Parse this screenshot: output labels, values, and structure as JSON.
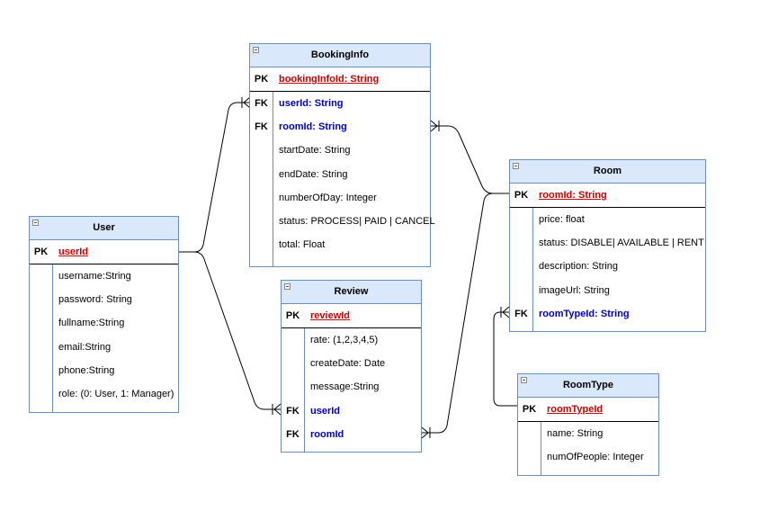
{
  "entities": {
    "booking": {
      "title": "BookingInfo",
      "pk": {
        "key": "PK",
        "name": "bookingInfoId: String"
      },
      "rows": [
        {
          "key": "FK",
          "name": "userId: String",
          "fk": true
        },
        {
          "key": "FK",
          "name": "roomId: String",
          "fk": true
        },
        {
          "key": "",
          "name": "startDate: String"
        },
        {
          "key": "",
          "name": "endDate: String"
        },
        {
          "key": "",
          "name": "numberOfDay: Integer"
        },
        {
          "key": "",
          "name": "status: PROCESS| PAID | CANCEL"
        },
        {
          "key": "",
          "name": "total: Float"
        }
      ]
    },
    "user": {
      "title": "User",
      "pk": {
        "key": "PK",
        "name": "userId"
      },
      "rows": [
        {
          "key": "",
          "name": "username:String"
        },
        {
          "key": "",
          "name": "password: String"
        },
        {
          "key": "",
          "name": "fullname:String"
        },
        {
          "key": "",
          "name": "email:String"
        },
        {
          "key": "",
          "name": "phone:String"
        },
        {
          "key": "",
          "name": "role: (0: User, 1: Manager)"
        }
      ]
    },
    "review": {
      "title": "Review",
      "pk": {
        "key": "PK",
        "name": "reviewId"
      },
      "rows": [
        {
          "key": "",
          "name": "rate: (1,2,3,4,5)"
        },
        {
          "key": "",
          "name": "createDate: Date"
        },
        {
          "key": "",
          "name": "message:String"
        },
        {
          "key": "FK",
          "name": "userId",
          "fk": true
        },
        {
          "key": "FK",
          "name": "roomId",
          "fk": true
        }
      ]
    },
    "room": {
      "title": "Room",
      "pk": {
        "key": "PK",
        "name": "roomId: String"
      },
      "rows": [
        {
          "key": "",
          "name": "price: float"
        },
        {
          "key": "",
          "name": "status: DISABLE| AVAILABLE | RENT"
        },
        {
          "key": "",
          "name": "description: String"
        },
        {
          "key": "",
          "name": "imageUrl: String"
        },
        {
          "key": "FK",
          "name": "roomTypeId: String",
          "fk": true
        }
      ]
    },
    "roomtype": {
      "title": "RoomType",
      "pk": {
        "key": "PK",
        "name": "roomTypeId"
      },
      "rows": [
        {
          "key": "",
          "name": "name: String"
        },
        {
          "key": "",
          "name": "numOfPeople: Integer"
        }
      ]
    }
  },
  "colors": {
    "header_fill": "#dae8fc",
    "border": "#6c8ebf",
    "pk_text": "#cc0000",
    "fk_text": "#0000cc"
  }
}
